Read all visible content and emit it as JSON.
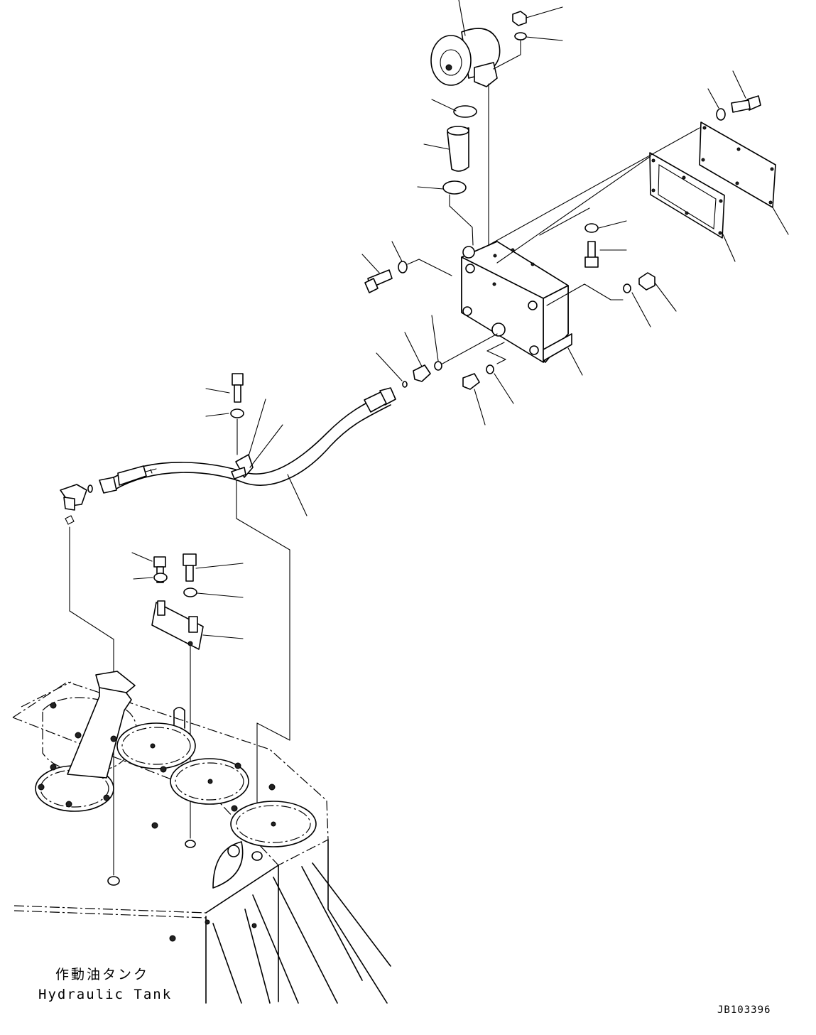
{
  "tank_label": {
    "japanese": "作動油タンク",
    "english": "Hydraulic Tank"
  },
  "drawing_number": "JB103396"
}
